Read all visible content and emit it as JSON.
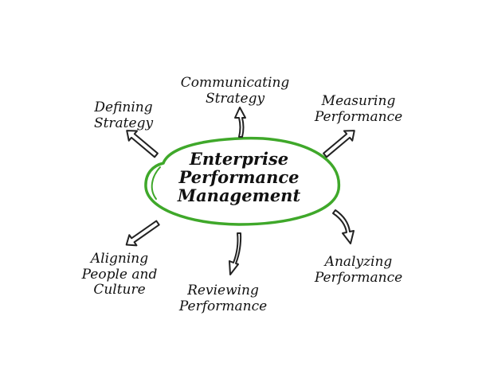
{
  "colors": {
    "ellipse": "#3fa82a",
    "arrow_stroke": "#222222",
    "arrow_fill": "#ffffff",
    "text": "#111111"
  },
  "center": {
    "lines": [
      "Enterprise",
      "Performance",
      "Management"
    ]
  },
  "nodes": {
    "defining": {
      "lines": [
        "Defining",
        "Strategy"
      ]
    },
    "communicating": {
      "lines": [
        "Communicating",
        "Strategy"
      ]
    },
    "measuring": {
      "lines": [
        "Measuring",
        "Performance"
      ]
    },
    "analyzing": {
      "lines": [
        "Analyzing",
        "Performance"
      ]
    },
    "reviewing": {
      "lines": [
        "Reviewing",
        "Performance"
      ]
    },
    "aligning": {
      "lines": [
        "Aligning",
        "People and",
        "Culture"
      ]
    }
  },
  "icons": {
    "straight_arrow": "straight-arrow-icon",
    "curved_arrow": "curved-arrow-icon"
  }
}
